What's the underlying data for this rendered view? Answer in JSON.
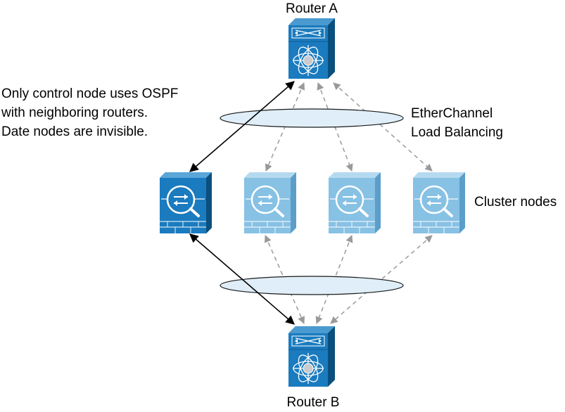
{
  "routers": {
    "top": {
      "label": "Router A",
      "icon": "router-icon"
    },
    "bottom": {
      "label": "Router B",
      "icon": "router-icon"
    }
  },
  "annotations": {
    "ospf_note": [
      "Only control node uses OSPF",
      "with neighboring routers.",
      "Date nodes are invisible."
    ],
    "etherchannel": [
      "EtherChannel",
      "Load Balancing"
    ],
    "cluster_nodes": "Cluster nodes"
  },
  "cluster_nodes": [
    {
      "role": "control",
      "icon": "firewall-node-icon"
    },
    {
      "role": "data",
      "icon": "firewall-node-icon"
    },
    {
      "role": "data",
      "icon": "firewall-node-icon"
    },
    {
      "role": "data",
      "icon": "firewall-node-icon"
    }
  ],
  "colors": {
    "control_node": "#1a7bbf",
    "data_node": "#87c1e4",
    "router": "#1a7bbf",
    "solid_link": "#000000",
    "dashed_link": "#9a9a9a",
    "ellipse_fill": "#dfeef8"
  }
}
